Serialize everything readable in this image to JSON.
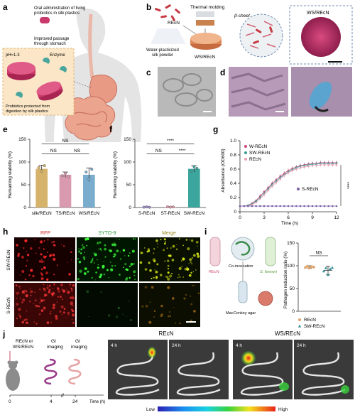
{
  "panels": {
    "a": {
      "letter": "a",
      "oral_text_1": "Oral administration of living",
      "oral_text_2": "probiotics in silk plastics",
      "passage_1": "Improved passage",
      "passage_2": "through stomach",
      "ph": "pH≈1-3",
      "enzyme": "Enzyme",
      "protected_1": "Probiotics protected from",
      "protected_2": "digestion by silk plastics"
    },
    "b": {
      "letter": "b",
      "recn": "REcN",
      "thermal": "Thermal molding",
      "powder_1": "Water-plasticized",
      "powder_2": "silk powder",
      "product": "WS/REcN",
      "sheet": "β-sheet",
      "zoom_title": "WS/REcN"
    },
    "c": {
      "letter": "c"
    },
    "d": {
      "letter": "d"
    },
    "e": {
      "letter": "e"
    },
    "f": {
      "letter": "f"
    },
    "g": {
      "letter": "g"
    },
    "h": {
      "letter": "h",
      "col_labels": [
        "RFP",
        "SYTO-9",
        "Merge"
      ],
      "row_labels": [
        "SW-REcN",
        "S-REcN"
      ]
    },
    "i": {
      "letter": "i",
      "recn": "REcN",
      "sfenneri": "S. fenneri",
      "coinc": "Co-incubation",
      "agar": "MacConkey agar"
    },
    "j": {
      "letter": "j",
      "dose_1": "REcN or",
      "dose_2": "WS/REcN",
      "gi_1": "GI",
      "gi_2": "imaging",
      "gi_3": "GI",
      "gi_4": "imaging",
      "t0": "0",
      "t4": "4",
      "t24": "24",
      "time_label": "Time (h)",
      "group_recn": "REcN",
      "group_ws": "WS/REcN",
      "img_4h_a": "4 h",
      "img_24h_a": "24 h",
      "img_4h_b": "4 h",
      "img_24h_b": "24 h",
      "scale_low": "Low",
      "scale_high": "High"
    }
  },
  "chart_data": [
    {
      "id": "e",
      "type": "bar",
      "categories": [
        "silk/REcN",
        "TS/REcN",
        "WS/REcN"
      ],
      "values": [
        85,
        72,
        72
      ],
      "errors": [
        8,
        6,
        15
      ],
      "points": [
        [
          88,
          80,
          92
        ],
        [
          70,
          75,
          68
        ],
        [
          78,
          62,
          84
        ]
      ],
      "colors": [
        "#d6b36a",
        "#d99ab0",
        "#7aaccd"
      ],
      "ylabel": "Remaining viability (%)",
      "ylim": [
        0,
        150
      ],
      "yticks": [
        "0",
        "50",
        "100",
        "150"
      ],
      "significance": [
        "NS",
        "NS",
        "NS"
      ]
    },
    {
      "id": "f",
      "type": "bar",
      "categories": [
        "S-REcN",
        "ST-REcN",
        "SW-REcN"
      ],
      "values": [
        1,
        1,
        85
      ],
      "errors": [
        1,
        1,
        7
      ],
      "points": [
        [
          0.8,
          1.2,
          0.5
        ],
        [
          1.5,
          0.8,
          1.3
        ],
        [
          80,
          90,
          86
        ]
      ],
      "colors": [
        "#9f8fc6",
        "#e29aa8",
        "#3ca59d"
      ],
      "ylabel": "Remaining viability (%)",
      "ylim": [
        0,
        150
      ],
      "yticks": [
        "0",
        "50",
        "100",
        "150"
      ],
      "significance": [
        "****",
        "NS",
        "****"
      ]
    },
    {
      "id": "g",
      "type": "line",
      "xlabel": "Time (h)",
      "ylabel": "Absorbance (OD600)",
      "xlim": [
        0,
        12
      ],
      "ylim": [
        0,
        1.0
      ],
      "xticks": [
        "0",
        "3",
        "6",
        "9",
        "12"
      ],
      "yticks": [
        "0",
        "0.2",
        "0.4",
        "0.6",
        "0.8",
        "1.0"
      ],
      "series": [
        {
          "name": "W-REcN",
          "color": "#c94a7b",
          "x": [
            0,
            0.5,
            1,
            1.5,
            2,
            2.5,
            3,
            3.5,
            4,
            4.5,
            5,
            5.5,
            6,
            6.5,
            7,
            7.5,
            8,
            8.5,
            9,
            9.5,
            10,
            10.5,
            11,
            11.5,
            12
          ],
          "y": [
            0.08,
            0.08,
            0.09,
            0.12,
            0.16,
            0.22,
            0.28,
            0.34,
            0.4,
            0.45,
            0.5,
            0.54,
            0.58,
            0.61,
            0.63,
            0.65,
            0.66,
            0.67,
            0.68,
            0.68,
            0.69,
            0.69,
            0.69,
            0.69,
            0.69
          ]
        },
        {
          "name": "SW-REcN",
          "color": "#3a9a95",
          "x": [
            0,
            0.5,
            1,
            1.5,
            2,
            2.5,
            3,
            3.5,
            4,
            4.5,
            5,
            5.5,
            6,
            6.5,
            7,
            7.5,
            8,
            8.5,
            9,
            9.5,
            10,
            10.5,
            11,
            11.5,
            12
          ],
          "y": [
            0.08,
            0.08,
            0.09,
            0.11,
            0.15,
            0.2,
            0.26,
            0.32,
            0.38,
            0.43,
            0.48,
            0.52,
            0.56,
            0.59,
            0.62,
            0.64,
            0.65,
            0.66,
            0.67,
            0.67,
            0.68,
            0.68,
            0.68,
            0.68,
            0.68
          ]
        },
        {
          "name": "REcN",
          "color": "#e8a0b4",
          "x": [
            0,
            0.5,
            1,
            1.5,
            2,
            2.5,
            3,
            3.5,
            4,
            4.5,
            5,
            5.5,
            6,
            6.5,
            7,
            7.5,
            8,
            8.5,
            9,
            9.5,
            10,
            10.5,
            11,
            11.5,
            12
          ],
          "y": [
            0.08,
            0.08,
            0.08,
            0.1,
            0.13,
            0.18,
            0.24,
            0.3,
            0.36,
            0.41,
            0.46,
            0.51,
            0.55,
            0.58,
            0.6,
            0.62,
            0.63,
            0.64,
            0.65,
            0.65,
            0.66,
            0.66,
            0.66,
            0.66,
            0.66
          ]
        },
        {
          "name": "S-REcN",
          "color": "#7b5ea7",
          "x": [
            0,
            0.5,
            1,
            1.5,
            2,
            2.5,
            3,
            3.5,
            4,
            4.5,
            5,
            5.5,
            6,
            6.5,
            7,
            7.5,
            8,
            8.5,
            9,
            9.5,
            10,
            10.5,
            11,
            11.5,
            12
          ],
          "y": [
            0.08,
            0.08,
            0.08,
            0.08,
            0.08,
            0.08,
            0.08,
            0.08,
            0.08,
            0.08,
            0.08,
            0.08,
            0.08,
            0.08,
            0.08,
            0.08,
            0.08,
            0.08,
            0.08,
            0.08,
            0.08,
            0.08,
            0.08,
            0.08,
            0.08
          ]
        }
      ],
      "significance": "****"
    },
    {
      "id": "i",
      "type": "scatter",
      "categories": [
        "REcN",
        "SW-REcN"
      ],
      "values": [
        97,
        90
      ],
      "errors": [
        3,
        9
      ],
      "points": [
        [
          96,
          99,
          95,
          98,
          97
        ],
        [
          88,
          95,
          80,
          93,
          96
        ]
      ],
      "colors": [
        "#e0a46c",
        "#3a8f99"
      ],
      "ylabel": "Pathogen reduction ratio (%)",
      "ylim": [
        0,
        150
      ],
      "yticks": [
        "0",
        "50",
        "100",
        "150"
      ],
      "significance": [
        "NS"
      ],
      "legend": [
        "REcN",
        "SW-REcN"
      ]
    }
  ]
}
